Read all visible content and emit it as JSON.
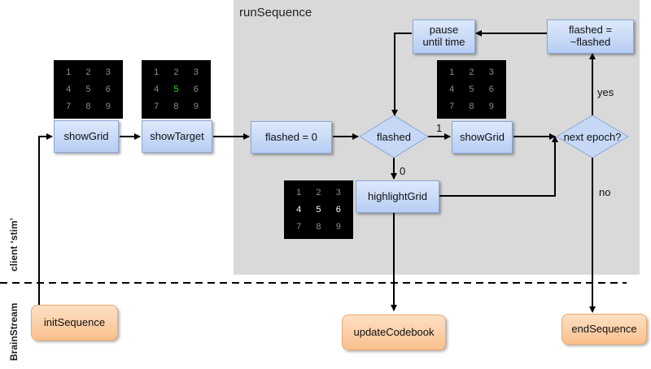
{
  "region": {
    "title": "runSequence"
  },
  "lanes": {
    "client": "client ‘stim’",
    "brainstream": "BrainStream"
  },
  "boxes": {
    "showGrid1": "showGrid",
    "showTarget": "showTarget",
    "flashedZero": "flashed = 0",
    "showGrid2": "showGrid",
    "highlightGrid": "highlightGrid",
    "pauseLine1": "pause",
    "pauseLine2": "until time",
    "toggleLine1": "flashed =",
    "toggleLine2": "~flashed",
    "initSequence": "initSequence",
    "updateCodebook": "updateCodebook",
    "endSequence": "endSequence"
  },
  "decisions": {
    "flashed": "flashed",
    "nextEpoch": "next epoch?"
  },
  "edge_labels": {
    "one": "1",
    "zero": "0",
    "yes": "yes",
    "no": "no"
  },
  "grids": {
    "grid1": {
      "cells": [
        "1",
        "2",
        "3",
        "4",
        "5",
        "6",
        "7",
        "8",
        "9"
      ],
      "highlight": []
    },
    "grid2": {
      "cells": [
        "1",
        "2",
        "3",
        "4",
        "5",
        "6",
        "7",
        "8",
        "9"
      ],
      "highlight": [],
      "target": [
        4
      ]
    },
    "grid3": {
      "cells": [
        "1",
        "2",
        "3",
        "4",
        "5",
        "6",
        "7",
        "8",
        "9"
      ],
      "highlight": []
    },
    "grid4": {
      "cells": [
        "1",
        "2",
        "3",
        "4",
        "5",
        "6",
        "7",
        "8",
        "9"
      ],
      "highlight": [
        3,
        4,
        5
      ]
    }
  },
  "colors": {
    "process_fill": "#c6d8f6",
    "brainstream_fill": "#fbcfa6",
    "region_fill": "#d9d9d9",
    "grid_bg": "#000000",
    "grid_text": "#8c8c8c",
    "target_text": "#39d829"
  }
}
